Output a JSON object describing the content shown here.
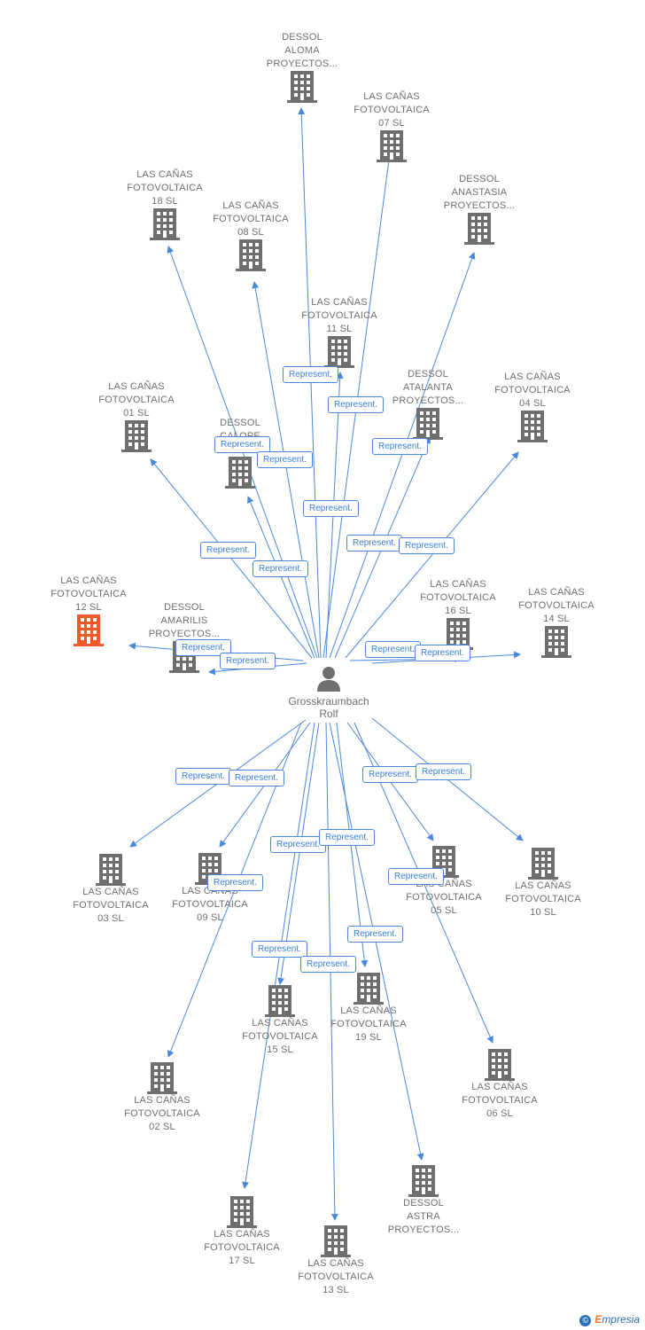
{
  "colors": {
    "edge": "#4a88dc",
    "node_icon": "#6f6f6f",
    "highlight_icon": "#f05a28"
  },
  "center": {
    "name_line1": "Grosskraumbach",
    "name_line2": "Rolf"
  },
  "edge_label": "Represent.",
  "nodes": [
    {
      "id": "aloma",
      "lines": [
        "DESSOL",
        "ALOMA",
        "PROYECTOS..."
      ]
    },
    {
      "id": "lc07",
      "lines": [
        "LAS CAÑAS",
        "FOTOVOLTAICA",
        "07 SL"
      ]
    },
    {
      "id": "anastasia",
      "lines": [
        "DESSOL",
        "ANASTASIA",
        "PROYECTOS..."
      ]
    },
    {
      "id": "lc18",
      "lines": [
        "LAS CAÑAS",
        "FOTOVOLTAICA",
        "18 SL"
      ]
    },
    {
      "id": "lc08",
      "lines": [
        "LAS CAÑAS",
        "FOTOVOLTAICA",
        "08 SL"
      ]
    },
    {
      "id": "lc11",
      "lines": [
        "LAS CAÑAS",
        "FOTOVOLTAICA",
        "11 SL"
      ]
    },
    {
      "id": "atalanta",
      "lines": [
        "DESSOL",
        "ATALANTA",
        "PROYECTOS..."
      ]
    },
    {
      "id": "lc04",
      "lines": [
        "LAS CAÑAS",
        "FOTOVOLTAICA",
        "04 SL"
      ]
    },
    {
      "id": "lc01",
      "lines": [
        "LAS CAÑAS",
        "FOTOVOLTAICA",
        "01 SL"
      ]
    },
    {
      "id": "calope",
      "lines": [
        "DESSOL",
        "CALOPE",
        "P..."
      ]
    },
    {
      "id": "lc12",
      "lines": [
        "LAS CAÑAS",
        "FOTOVOLTAICA",
        "12 SL"
      ],
      "highlight": true
    },
    {
      "id": "amarilis",
      "lines": [
        "DESSOL",
        "AMARILIS",
        "PROYECTOS..."
      ]
    },
    {
      "id": "lc16",
      "lines": [
        "LAS CAÑAS",
        "FOTOVOLTAICA",
        "16 SL"
      ]
    },
    {
      "id": "lc14",
      "lines": [
        "LAS CAÑAS",
        "FOTOVOLTAICA",
        "14 SL"
      ]
    },
    {
      "id": "lc03",
      "lines": [
        "LAS CAÑAS",
        "FOTOVOLTAICA",
        "03 SL"
      ]
    },
    {
      "id": "lc09",
      "lines": [
        "LAS CAÑAS",
        "FOTOVOLTAICA",
        "09 SL"
      ]
    },
    {
      "id": "lc05",
      "lines": [
        "LAS CAÑAS",
        "FOTOVOLTAICA",
        "05 SL"
      ]
    },
    {
      "id": "lc10",
      "lines": [
        "LAS CAÑAS",
        "FOTOVOLTAICA",
        "10 SL"
      ]
    },
    {
      "id": "lc15",
      "lines": [
        "LAS CAÑAS",
        "FOTOVOLTAICA",
        "15 SL"
      ]
    },
    {
      "id": "lc19",
      "lines": [
        "LAS CAÑAS",
        "FOTOVOLTAICA",
        "19 SL"
      ]
    },
    {
      "id": "lc02",
      "lines": [
        "LAS CAÑAS",
        "FOTOVOLTAICA",
        "02 SL"
      ]
    },
    {
      "id": "lc06",
      "lines": [
        "LAS CAÑAS",
        "FOTOVOLTAICA",
        "06 SL"
      ]
    },
    {
      "id": "astra",
      "lines": [
        "DESSOL",
        "ASTRA",
        "PROYECTOS..."
      ]
    },
    {
      "id": "lc17",
      "lines": [
        "LAS CAÑAS",
        "FOTOVOLTAICA",
        "17 SL"
      ]
    },
    {
      "id": "lc13",
      "lines": [
        "LAS CAÑAS",
        "FOTOVOLTAICA",
        "13 SL"
      ]
    }
  ],
  "brand": {
    "copyright": "©",
    "first_letter": "E",
    "rest": "mpresia"
  }
}
